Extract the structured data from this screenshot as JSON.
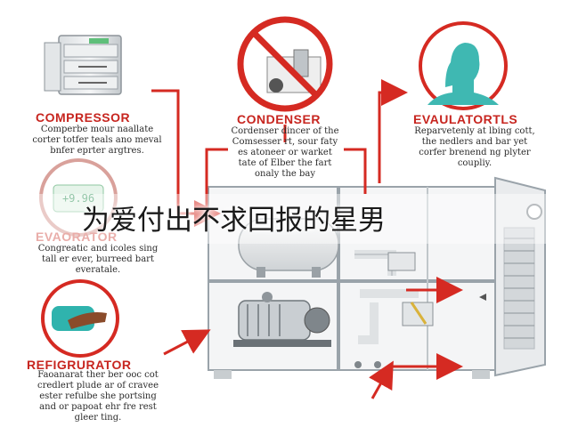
{
  "overlay": {
    "caption": "为爱付出不求回报的星男"
  },
  "components": [
    {
      "title": "COMPRESSOR",
      "desc": "Comperbe mour naallate\ncorter totfer teals ano meval\nbnfer eprter argtres."
    },
    {
      "title": "CONDENSER",
      "desc": "Cordenser dincer of the\nComsesser rt, sour faty\nes atoneer or warket\ntate of Elber the fart\nonaly the bay"
    },
    {
      "title": "EVAULATORTLS",
      "desc": "Reparvetenly at lbing cott,\nthe nedlers and bar yet\ncorfer brenend ng plyter\ncoupliy."
    },
    {
      "title": "EVAORATOR",
      "desc": "Congreatic and icoles sing\ntall er ever, burreed bart\neveratale."
    },
    {
      "title": "REFIGRURATOR",
      "desc": "Faoanarat ther ber ooc cot\ncredlert plude ar of cravee\nester refulbe she portsing\nand or papoat ehr fre rest\ngleer ting."
    }
  ],
  "readout": {
    "value": "+9.96"
  },
  "colors": {
    "accent_red": "#c7251f",
    "arrow_red": "#d52a22",
    "green_display": "#e6f4ea",
    "green_text": "#3e9a63",
    "teal_hand": "#2fb3ad",
    "brown_hand": "#8a4b2a",
    "unit_border": "#9aa3aa"
  },
  "icons": [
    "cabinet-icon",
    "no-sign-icon",
    "person-head-icon",
    "display-icon",
    "hand-icon",
    "tank-icon",
    "motor-icon",
    "pipe-icon",
    "cabinet-unit-icon"
  ]
}
